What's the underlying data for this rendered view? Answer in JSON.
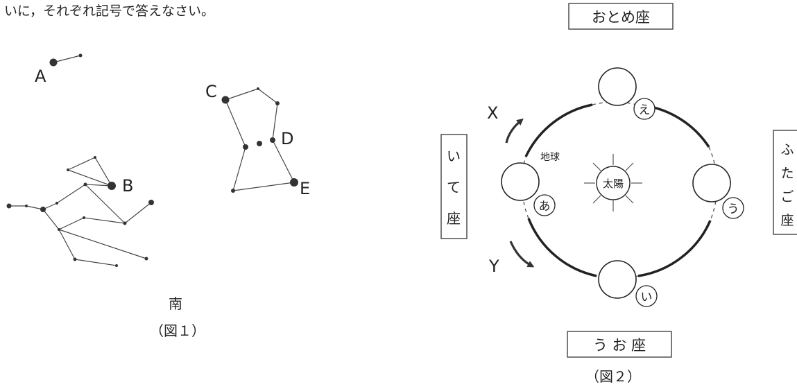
{
  "header": {
    "instruction": "いに，それぞれ記号で答えなさい。"
  },
  "figure1": {
    "direction": "南",
    "caption": "（図１）",
    "labels": {
      "a": "A",
      "b": "B",
      "c": "C",
      "d": "D",
      "e": "E"
    }
  },
  "figure2": {
    "caption": "（図２）",
    "top_constellation": "おとめ座",
    "bottom_constellation": "う お 座",
    "left_constellation": [
      "い",
      "て",
      "座"
    ],
    "right_constellation": [
      "ふ",
      "た",
      "ご",
      "座"
    ],
    "sun": "太陽",
    "earth": "地球",
    "arrow_x": "X",
    "arrow_y": "Y",
    "positions": {
      "a": "あ",
      "i": "い",
      "u": "う",
      "e": "え"
    }
  }
}
